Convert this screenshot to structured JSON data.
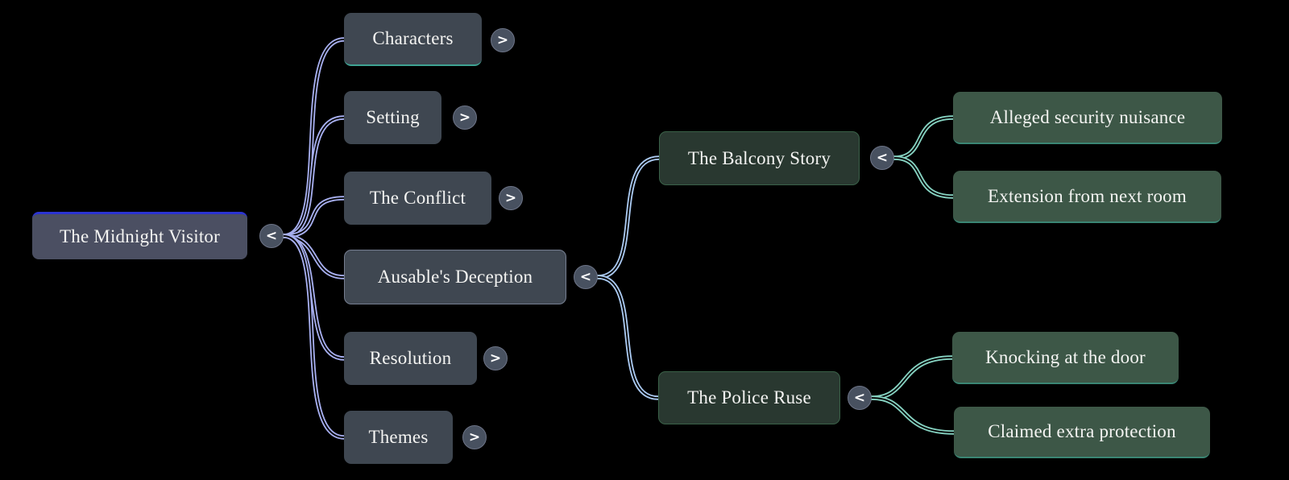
{
  "app": {
    "type": "mind-map"
  },
  "glyphs": {
    "collapse": "<",
    "expand": ">"
  },
  "colors": {
    "background": "#000000",
    "root_accent_top": "#2b33d1",
    "level1_link": "#a6aeee",
    "level2_link": "#a9c8ef",
    "level3_link": "#85d1c0",
    "root_fill": "#4b4f62",
    "level1_fill": "#3f4751",
    "level2_fill": "#293830",
    "level3_fill": "#3d5747",
    "text": "#f4f4f2"
  },
  "nodes": {
    "root": {
      "label": "The Midnight Visitor",
      "state": "expanded"
    },
    "characters": {
      "label": "Characters",
      "state": "collapsed"
    },
    "setting": {
      "label": "Setting",
      "state": "collapsed"
    },
    "conflict": {
      "label": "The Conflict",
      "state": "collapsed"
    },
    "ausable": {
      "label": "Ausable's Deception",
      "state": "expanded"
    },
    "resolution": {
      "label": "Resolution",
      "state": "collapsed"
    },
    "themes": {
      "label": "Themes",
      "state": "collapsed"
    },
    "balcony": {
      "label": "The Balcony Story",
      "state": "expanded"
    },
    "police": {
      "label": "The Police Ruse",
      "state": "expanded"
    },
    "alleged": {
      "label": "Alleged security nuisance"
    },
    "extension": {
      "label": "Extension from next room"
    },
    "knocking": {
      "label": "Knocking at the door"
    },
    "claimed": {
      "label": "Claimed extra protection"
    }
  },
  "hierarchy": {
    "label": "The Midnight Visitor",
    "children": [
      {
        "label": "Characters",
        "collapsed": true
      },
      {
        "label": "Setting",
        "collapsed": true
      },
      {
        "label": "The Conflict",
        "collapsed": true
      },
      {
        "label": "Ausable's Deception",
        "collapsed": false,
        "children": [
          {
            "label": "The Balcony Story",
            "collapsed": false,
            "children": [
              {
                "label": "Alleged security nuisance"
              },
              {
                "label": "Extension from next room"
              }
            ]
          },
          {
            "label": "The Police Ruse",
            "collapsed": false,
            "children": [
              {
                "label": "Knocking at the door"
              },
              {
                "label": "Claimed extra protection"
              }
            ]
          }
        ]
      },
      {
        "label": "Resolution",
        "collapsed": true
      },
      {
        "label": "Themes",
        "collapsed": true
      }
    ]
  }
}
